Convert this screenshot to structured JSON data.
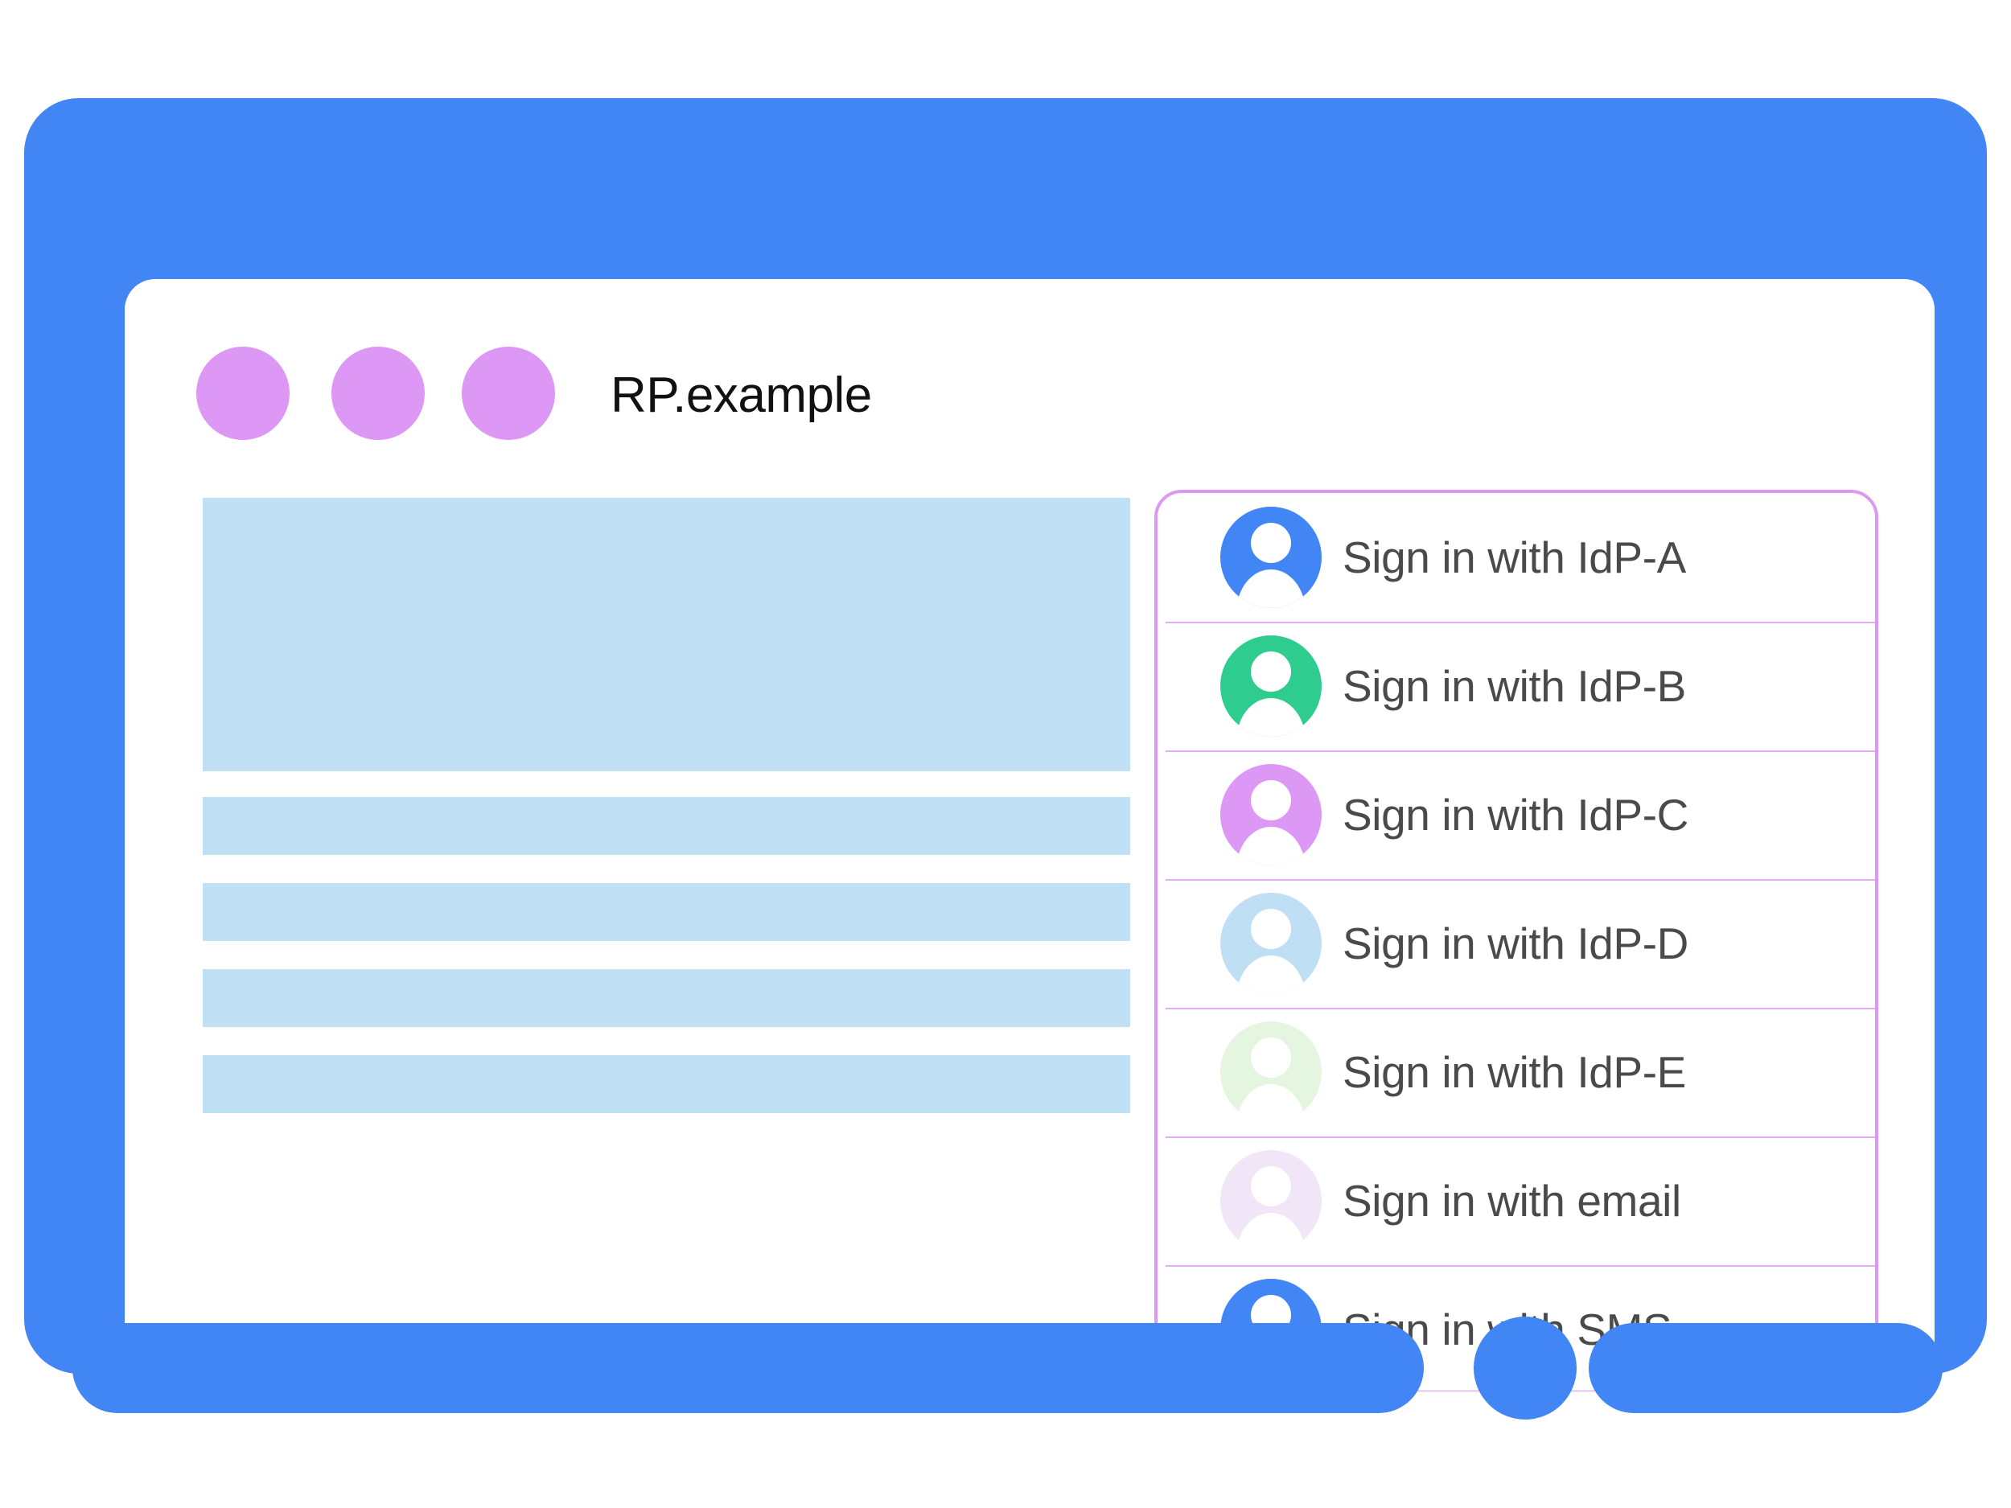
{
  "window": {
    "title": "RP.example",
    "titlebar_dots": [
      "dot-1",
      "dot-2",
      "dot-3"
    ],
    "dot_color": "#dd97f5",
    "bezel_color": "#4285f4",
    "screen_background": "#ffffff"
  },
  "content": {
    "placeholder_color": "#bfe0f5",
    "blocks": [
      {
        "name": "hero-block"
      },
      {
        "name": "text-bar-1"
      },
      {
        "name": "text-bar-2"
      },
      {
        "name": "text-bar-3"
      },
      {
        "name": "text-bar-4"
      }
    ]
  },
  "signin_panel": {
    "border_color": "#dd97f5",
    "divider_color": "#e5aef3",
    "label_color": "#4a4a4a",
    "options": [
      {
        "label": "Sign in with IdP-A",
        "icon": "account-avatar-icon",
        "avatar_color": "#4285f4"
      },
      {
        "label": "Sign in with IdP-B",
        "icon": "account-avatar-icon",
        "avatar_color": "#2ecc8f"
      },
      {
        "label": "Sign in with IdP-C",
        "icon": "account-avatar-icon",
        "avatar_color": "#dd97f5"
      },
      {
        "label": "Sign in with IdP-D",
        "icon": "account-avatar-icon",
        "avatar_color": "#bfdff5"
      },
      {
        "label": "Sign in with IdP-E",
        "icon": "account-avatar-icon",
        "avatar_color": "#e4f5e0"
      },
      {
        "label": "Sign in with email",
        "icon": "account-avatar-icon",
        "avatar_color": "#f1e6f7"
      },
      {
        "label": "Sign in with SMS",
        "icon": "account-avatar-icon",
        "avatar_color": "#4285f4"
      }
    ]
  }
}
